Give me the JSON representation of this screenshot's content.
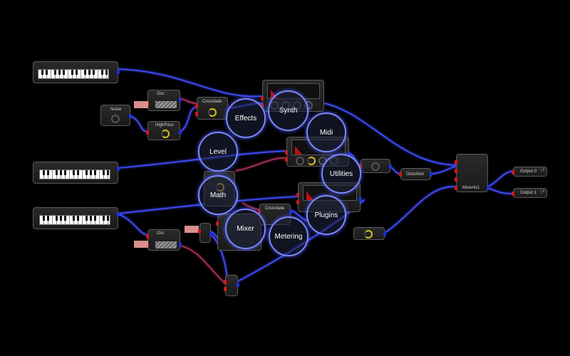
{
  "colors": {
    "background": "#000000",
    "wire": "#3f4cff",
    "wire_alt": "#b03060",
    "in_port": "#d01818",
    "out_port": "#1830e0",
    "knob_accent": "#d8c020"
  },
  "nodes": {
    "osc_top": "Osc",
    "noise": "Noise",
    "highpass": "HighPass",
    "crossfade_top": "Crossfade",
    "distortion": "Distortion",
    "mixer": "Mixer4x1",
    "output0": "Output 0",
    "output1": "Output 1",
    "osc_bottom": "Osc",
    "crossfade_bottom": "Crossfade"
  },
  "bubbles": {
    "effects": "Effects",
    "synth": "Synth",
    "midi": "Midi",
    "level": "Level",
    "utilities": "Utilities",
    "math": "Math",
    "plugins": "Plugins",
    "mixer": "Mixer",
    "metering": "Metering"
  },
  "icons": [
    "keyboard-icon",
    "knob-icon",
    "waveform-icon",
    "envelope-graph-icon",
    "spin-arrows-icon"
  ]
}
